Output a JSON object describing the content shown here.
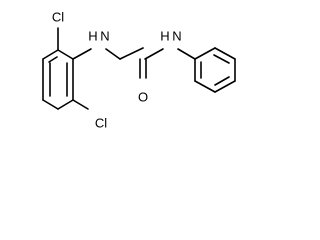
{
  "molecule": {
    "atom_labels": {
      "cl_top": "Cl",
      "cl_bottom": "Cl",
      "nh_left": "H N",
      "nh_right": "H N",
      "oxygen": "O"
    },
    "colors": {
      "bond": "#000000",
      "label": "#000000",
      "background": "#ffffff"
    }
  }
}
